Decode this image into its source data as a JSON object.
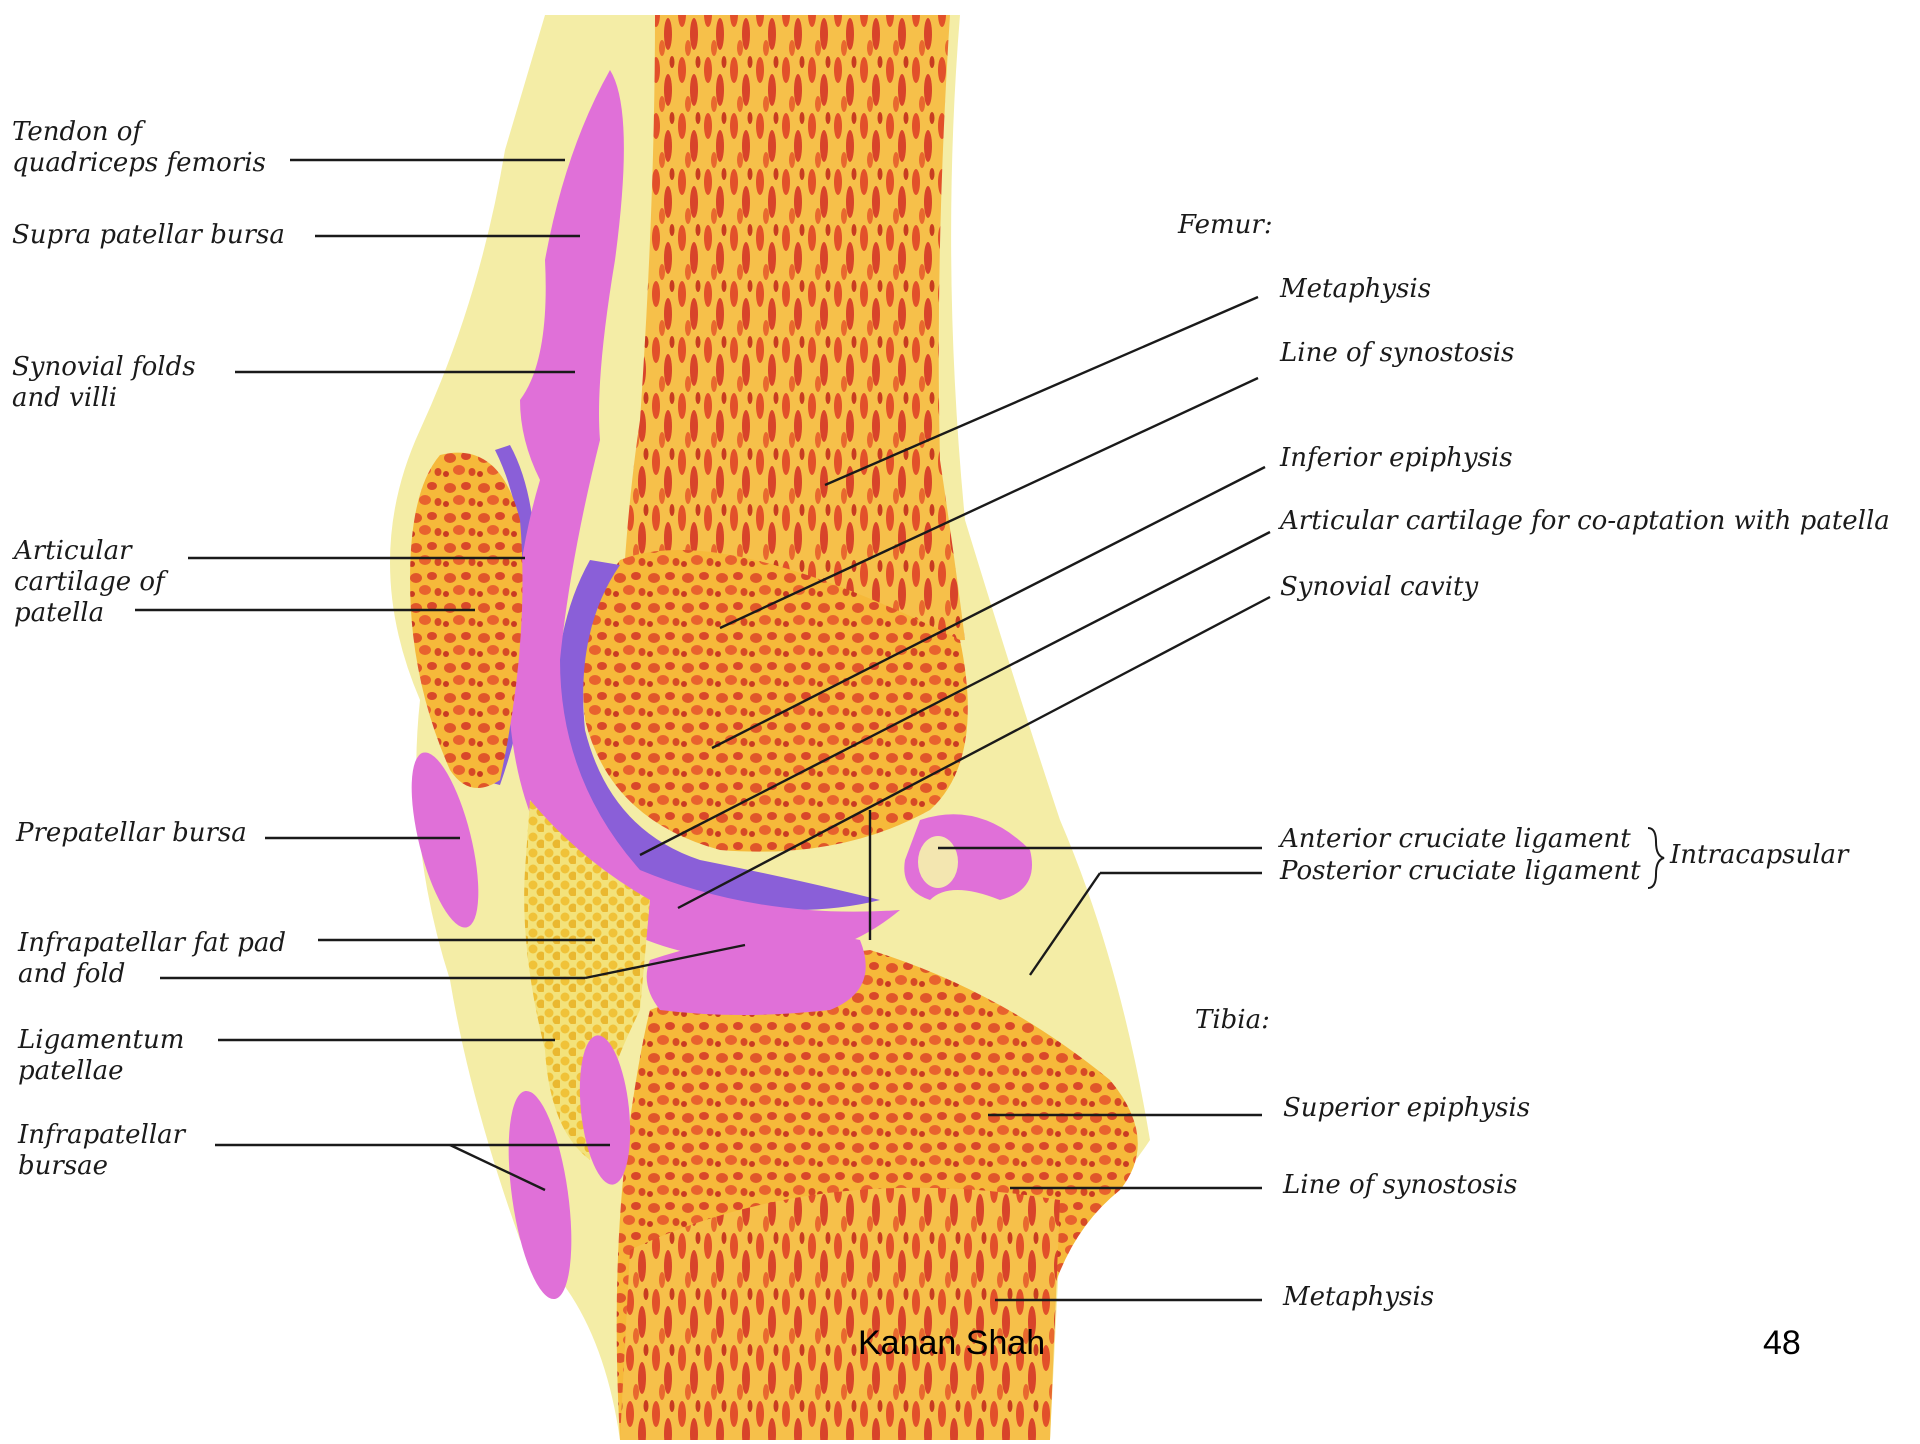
{
  "slide": {
    "footer_author": "Kanan Shah",
    "page_number": "48"
  },
  "left_labels": {
    "tendon": [
      "Tendon of",
      "quadriceps femoris"
    ],
    "suprapatellar": [
      "Supra patellar bursa"
    ],
    "synovial_folds": [
      "Synovial folds",
      "and villi"
    ],
    "articular_patella": [
      "Articular",
      "cartilage of",
      "patella"
    ],
    "prepatellar": [
      "Prepatellar bursa"
    ],
    "fat_pad": [
      "Infrapatellar fat pad",
      "and fold"
    ],
    "ligamentum": [
      "Ligamentum",
      "patellae"
    ],
    "infrapatellar_bursae": [
      "Infrapatellar",
      "bursae"
    ]
  },
  "right_labels": {
    "femur_heading": "Femur:",
    "metaphysis": "Metaphysis",
    "line_synostosis": "Line of synostosis",
    "inferior_epiphysis": "Inferior epiphysis",
    "articular_coaptation": "Articular cartilage for co-aptation with patella",
    "synovial_cavity": "Synovial cavity",
    "anterior_cruciate": "Anterior cruciate ligament",
    "posterior_cruciate": "Posterior cruciate ligament",
    "intracapsular": "Intracapsular",
    "tibia_heading": "Tibia:",
    "superior_epiphysis": "Superior epiphysis",
    "tibia_line_synostosis": "Line of synostosis",
    "tibia_metaphysis": "Metaphysis"
  },
  "colors": {
    "bone_marrow": "#e85a2a",
    "bone_base": "#f5c23a",
    "soft_tissue": "#f3eca0",
    "bursa_pink": "#e070d8",
    "cartilage_purple": "#8a5fd8",
    "fat_yellow": "#f0c83a"
  }
}
